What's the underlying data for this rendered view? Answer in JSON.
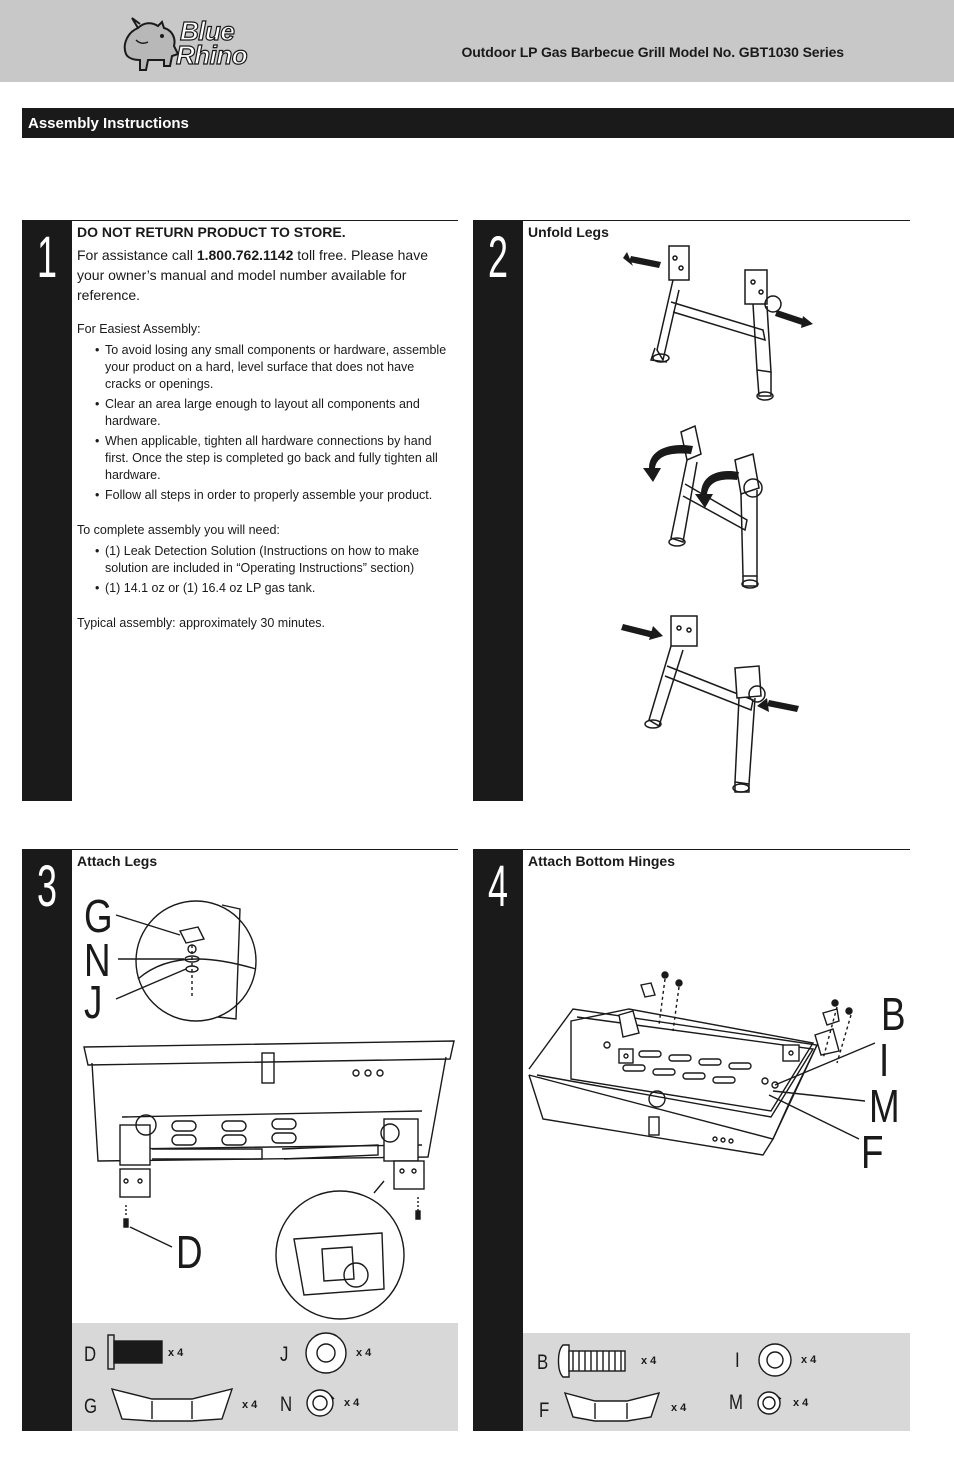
{
  "header": {
    "logo_text_line1": "Blue",
    "logo_text_line2": "Rhino",
    "title": "Outdoor LP Gas Barbecue Grill  Model No. GBT1030 Series"
  },
  "section": {
    "title": "Assembly Instructions"
  },
  "step1": {
    "number": "1",
    "warning": "DO NOT RETURN PRODUCT TO STORE.",
    "assist_prefix": "For assistance call ",
    "phone": "1.800.762.1142",
    "assist_suffix": " toll free. Please have your owner’s manual and model number available for reference.",
    "easiest_heading": "For Easiest Assembly:",
    "easiest_items": [
      "To avoid losing any small components or hardware, assemble your product on a hard, level surface that does not have cracks or openings.",
      "Clear an area large enough to layout all components and hardware.",
      "When applicable, tighten all hardware connections by hand first. Once the step is completed go back and fully tighten all hardware.",
      "Follow all steps in order to properly assemble your product."
    ],
    "need_heading": "To complete assembly you will need:",
    "need_items": [
      "(1) Leak Detection Solution (Instructions on how to make solution are included in “Operating Instructions” section)",
      "(1) 14.1 oz or (1) 16.4 oz LP gas tank."
    ],
    "typical": "Typical assembly: approximately 30 minutes."
  },
  "step2": {
    "number": "2",
    "title": "Unfold Legs"
  },
  "step3": {
    "number": "3",
    "title": "Attach Legs",
    "callouts": [
      "G",
      "N",
      "J",
      "D"
    ],
    "hardware": [
      {
        "letter": "D",
        "qty": "x 4"
      },
      {
        "letter": "J",
        "qty": "x 4"
      },
      {
        "letter": "G",
        "qty": "x 4"
      },
      {
        "letter": "N",
        "qty": "x 4"
      }
    ]
  },
  "step4": {
    "number": "4",
    "title": "Attach Bottom Hinges",
    "callouts": [
      "B",
      "I",
      "M",
      "F"
    ],
    "hardware": [
      {
        "letter": "B",
        "qty": "x 4"
      },
      {
        "letter": "I",
        "qty": "x 4"
      },
      {
        "letter": "F",
        "qty": "x 4"
      },
      {
        "letter": "M",
        "qty": "x 4"
      }
    ]
  },
  "colors": {
    "header_bg": "#c8c8c8",
    "bar_bg": "#1a1a1a",
    "hardware_bg": "#d8d8d8"
  }
}
